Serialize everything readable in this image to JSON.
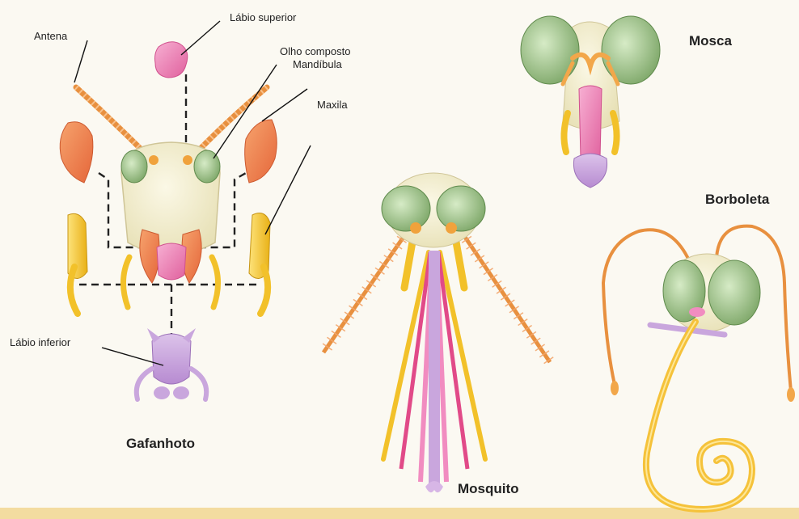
{
  "labels": {
    "labio_superior": "Lábio superior",
    "antena": "Antena",
    "olho_composto": "Olho composto",
    "mandibula": "Mandíbula",
    "maxila": "Maxila",
    "labio_inferior": "Lábio inferior"
  },
  "insects": {
    "gafanhoto": "Gafanhoto",
    "mosquito": "Mosquito",
    "mosca": "Mosca",
    "borboleta": "Borboleta"
  },
  "colors": {
    "background": "#fbf9f2",
    "eye": "#9fc38a",
    "head": "#f3efcf",
    "antenna": "#e8903f",
    "mandible": "#ee7f52",
    "maxilla": "#f2c52a",
    "labrum": "#f18cc0",
    "labium": "#c9a6dd",
    "proboscis": "#f5c23a"
  }
}
